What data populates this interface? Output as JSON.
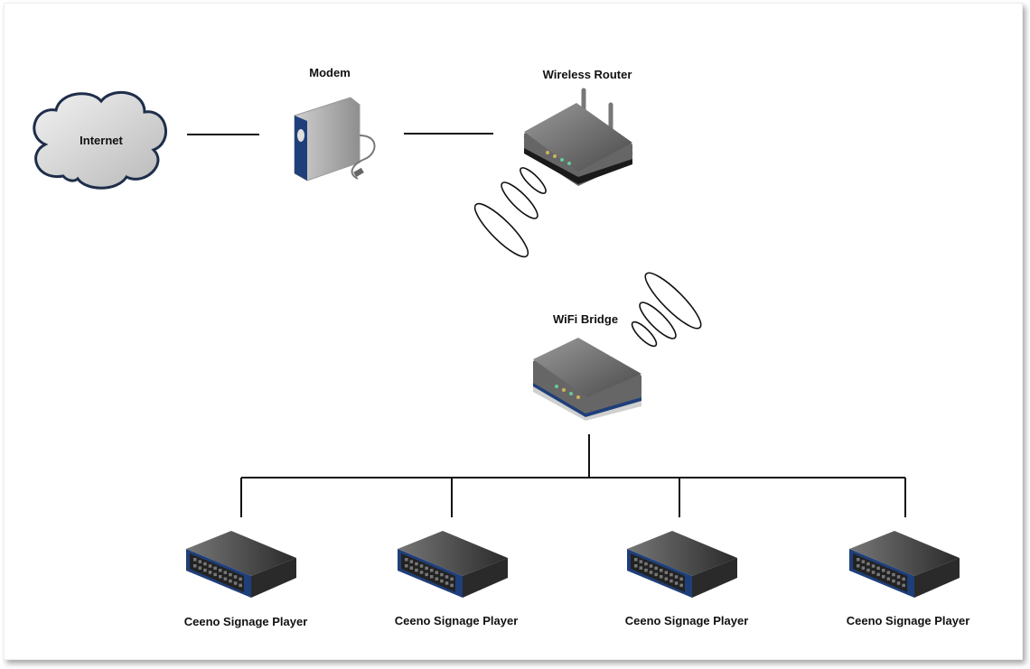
{
  "nodes": {
    "internet": {
      "label": "Internet"
    },
    "modem": {
      "label": "Modem"
    },
    "router": {
      "label": "Wireless Router"
    },
    "bridge": {
      "label": "WiFi Bridge"
    },
    "players": [
      {
        "label": "Ceeno Signage Player"
      },
      {
        "label": "Ceeno Signage Player"
      },
      {
        "label": "Ceeno Signage Player"
      },
      {
        "label": "Ceeno Signage Player"
      }
    ]
  },
  "colors": {
    "device_blue": "#1f3f7a",
    "cloud_stroke": "#1e2e4a",
    "line": "#111111"
  }
}
